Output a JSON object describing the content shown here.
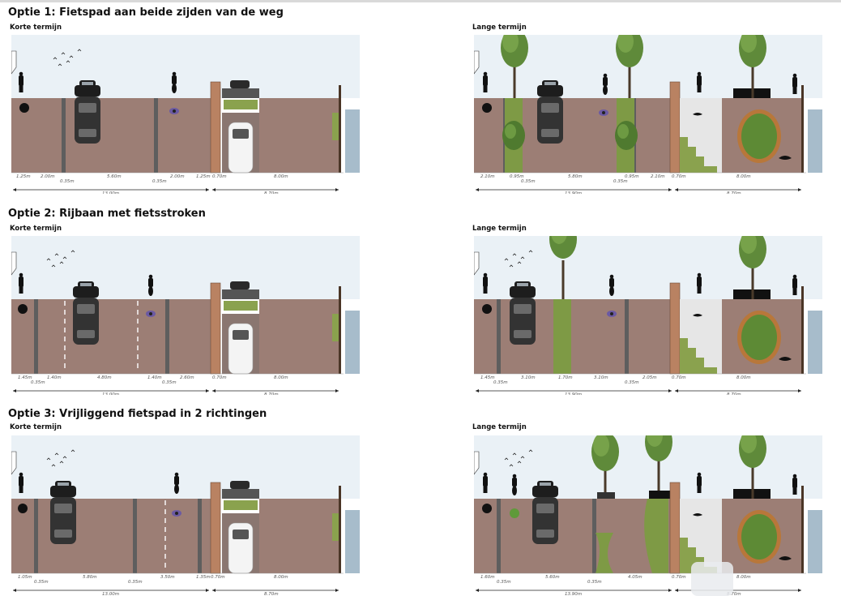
{
  "options": [
    {
      "title": "Optie 1: Fietspad aan beide zijden van de weg",
      "short": {
        "label": "Korte termijn",
        "row1": [
          "1.25m",
          "2.00m",
          "5.60m",
          "2.00m",
          "1.25m",
          "0.70m",
          "8.00m"
        ],
        "row2": [
          "0.35m",
          "0.35m"
        ],
        "totals": [
          "13.00m",
          "8.70m"
        ]
      },
      "long": {
        "label": "Lange termijn",
        "row1": [
          "2.10m",
          "0.95m",
          "5.80m",
          "0.95m",
          "2.10m",
          "0.70m",
          "8.00m"
        ],
        "row2": [
          "0.35m",
          "0.35m"
        ],
        "totals": [
          "13.90m",
          "8.70m"
        ]
      }
    },
    {
      "title": "Optie 2: Rijbaan met fietsstroken",
      "short": {
        "label": "Korte termijn",
        "row1": [
          "1.45m",
          "1.40m",
          "4.80m",
          "1.40m",
          "2.60m",
          "0.70m",
          "8.00m"
        ],
        "row2": [
          "0.35m",
          "0.35m"
        ],
        "totals": [
          "13.00m",
          "8.70m"
        ]
      },
      "long": {
        "label": "Lange termijn",
        "row1": [
          "1.45m",
          "3.10m",
          "1.70m",
          "3.10m",
          "2.05m",
          "0.70m",
          "8.00m"
        ],
        "row2": [
          "0.35m",
          "0.35m"
        ],
        "totals": [
          "13.90m",
          "8.70m"
        ]
      }
    },
    {
      "title": "Optie 3: Vrijliggend fietspad in 2 richtingen",
      "short": {
        "label": "Korte termijn",
        "row1": [
          "1.05m",
          "5.80m",
          "3.50m",
          "1.35m",
          "0.70m",
          "8.00m"
        ],
        "row2": [
          "0.35m",
          "0.35m"
        ],
        "totals": [
          "13.00m",
          "8.70m"
        ]
      },
      "long": {
        "label": "Lange termijn",
        "row1": [
          "1.60m",
          "5.60m",
          "4.05m",
          "0.70m",
          "8.00m"
        ],
        "row2": [
          "0.35m",
          "0.35m"
        ],
        "totals": [
          "13.90m",
          "8.70m"
        ]
      }
    }
  ],
  "colors": {
    "brick": "#9c7e75",
    "curb": "#5e5e5e",
    "grass": "#7e9a45",
    "water": "#a7bccb",
    "wall": "#b98262",
    "sky": "#eaf1f6"
  }
}
